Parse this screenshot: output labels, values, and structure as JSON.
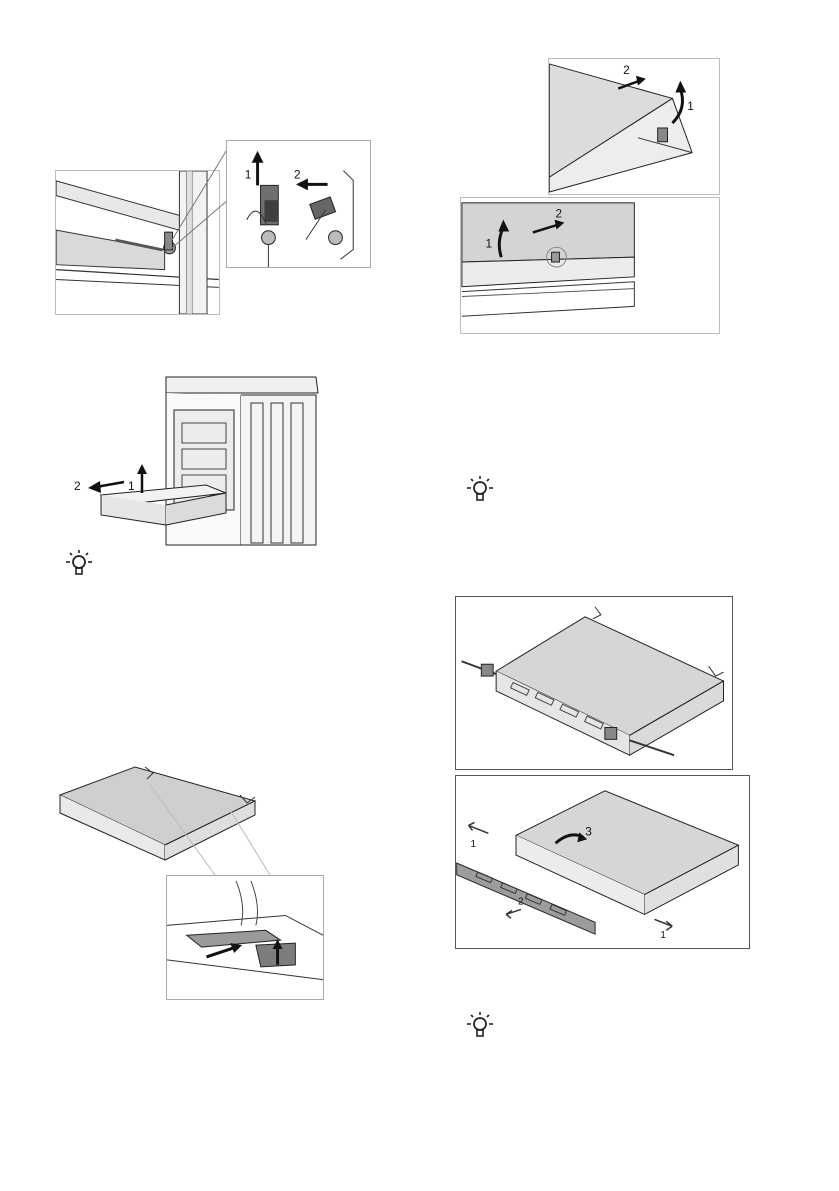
{
  "figures": {
    "hinge": {
      "labels": [
        "1",
        "2"
      ]
    },
    "oven_door": {
      "labels": [
        "2",
        "1"
      ]
    },
    "door_glass_top": {
      "labels": [
        "2",
        "1"
      ]
    },
    "door_glass_bottom": {
      "labels": [
        "1",
        "2"
      ]
    },
    "glass_panel_clips": {
      "labels": []
    },
    "door_frame_removed": {
      "labels": [
        "1",
        "2",
        "3",
        "1"
      ]
    }
  },
  "icons": [
    "tip-bulb-icon",
    "tip-bulb-icon",
    "tip-bulb-icon"
  ]
}
